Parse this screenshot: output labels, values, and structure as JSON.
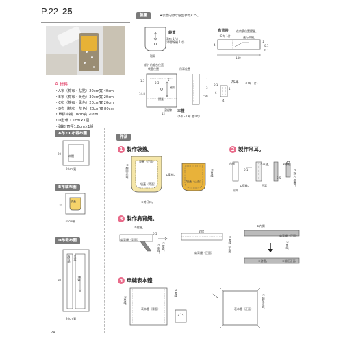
{
  "header": {
    "page_label": "P.22",
    "item_number": "25"
  },
  "materials": {
    "title": "材料",
    "items": [
      "・A布（棉布・點點）20cm寬 40cm",
      "・B布（棉布・黃色）30cm寬 20cm",
      "・C布（棉布・黑色）20cm寬 20cm",
      "・D布（棉布・灰色）20cm寬 80cm",
      "・單膠棉襯 10cm寬 20cm",
      "・D型環 1.1cm×1個",
      "・磁釦 直徑1.8cm×1組"
    ]
  },
  "cutting": {
    "a_c_tag": "A布・C布裁布圖",
    "b_tag": "B布裁布圖",
    "d_tag": "D布裁布圖",
    "a_c": {
      "piece": "本體",
      "width": "20cm寬",
      "height": "20"
    },
    "b": {
      "piece": "袋蓋",
      "width": "30cm寬",
      "height": "20"
    },
    "d": {
      "pieces": [
        "肩背帶",
        "吊耳",
        "本體"
      ],
      "width": "20cm寬",
      "height": "80"
    }
  },
  "drafting": {
    "title": "製圖",
    "note": "★袋蓋的原寸紙型參見P.25。",
    "flap": {
      "label": "袋蓋",
      "sub": "（B布 1片）\n（單膠棉襯 1片）",
      "magnet": "磁釦"
    },
    "strap": {
      "label": "肩背帶",
      "sub": "（D布 1片）",
      "note1": "在肩膀位置摺疊。",
      "note2": "進行車縫。",
      "d1": "1",
      "d2": "0.1",
      "d3": "0.1",
      "d4": "4",
      "length": "140"
    },
    "body": {
      "label": "本體",
      "sub": "（A布・C布 各1片）",
      "top_label": "前片的縫合位置",
      "top2": "袋蓋位置",
      "note_b": "吊耳位置",
      "note_m": "磁釦",
      "note_l": "摺疊",
      "note_r": "口布",
      "bottom": "接縫線",
      "w": "12",
      "h": "14.8",
      "s1": "1.5",
      "s2": "5.5",
      "s3": "5",
      "s4": "1",
      "s5": "3"
    },
    "tab": {
      "label": "吊耳",
      "sub": "（D布 1片）",
      "d1": "0.1",
      "d2": "4",
      "d3": "6",
      "d4": "1"
    }
  },
  "method": {
    "title": "作法",
    "steps": [
      {
        "num": "1",
        "title": "製作袋蓋。"
      },
      {
        "num": "2",
        "title": "製作吊耳。"
      },
      {
        "num": "3",
        "title": "製作肩背繩。"
      },
      {
        "num": "4",
        "title": "車縫表本體"
      }
    ],
    "s1": {
      "a": "袋蓋（正面）",
      "b": "袋蓋（背面）",
      "c": "①車縫。",
      "d": "②剪牙口。",
      "e": "③翻回正面。",
      "f": "袋蓋（正面）",
      "g": "④車縫"
    },
    "s2": {
      "a": "內側",
      "b": "①摺疊。",
      "c": "吊耳",
      "d": "②車縫。",
      "e": "吊耳",
      "f": "③穿入D型環。",
      "g": "④車縫",
      "h": "0.1",
      "i": "0.5"
    },
    "s3": {
      "a": "①摺疊。",
      "b": "肩背繩（背面）",
      "c": "0.5",
      "d": "②車縫。",
      "e": "③摺疊。",
      "f": "肩背繩（正面）",
      "g": "對摺",
      "h": "④車縫（正面）",
      "i": "①內側",
      "j": "③車縫。",
      "k": "④對摺。",
      "l": "肩背繩（正面）",
      "m": "⑤翻回正面。"
    },
    "s4": {
      "a": "①車縫。",
      "b": "表本體（背面）",
      "c": "②車縫",
      "d": "表本體（正面）",
      "e": "③翻至正面。"
    }
  },
  "page_number": "24"
}
